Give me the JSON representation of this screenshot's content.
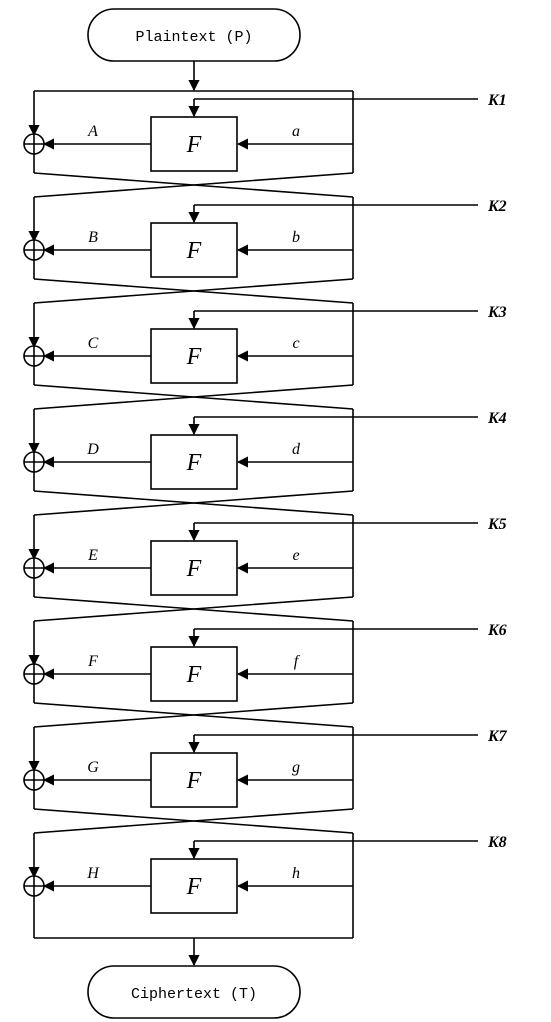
{
  "input_label": "Plaintext (P)",
  "output_label": "Ciphertext (T)",
  "rounds": [
    {
      "key": "K1",
      "f": "F",
      "out": "A",
      "in": "a"
    },
    {
      "key": "K2",
      "f": "F",
      "out": "B",
      "in": "b"
    },
    {
      "key": "K3",
      "f": "F",
      "out": "C",
      "in": "c"
    },
    {
      "key": "K4",
      "f": "F",
      "out": "D",
      "in": "d"
    },
    {
      "key": "K5",
      "f": "F",
      "out": "E",
      "in": "e"
    },
    {
      "key": "K6",
      "f": "F",
      "out": "F",
      "in": "f"
    },
    {
      "key": "K7",
      "f": "F",
      "out": "G",
      "in": "g"
    },
    {
      "key": "K8",
      "f": "F",
      "out": "H",
      "in": "h"
    }
  ]
}
